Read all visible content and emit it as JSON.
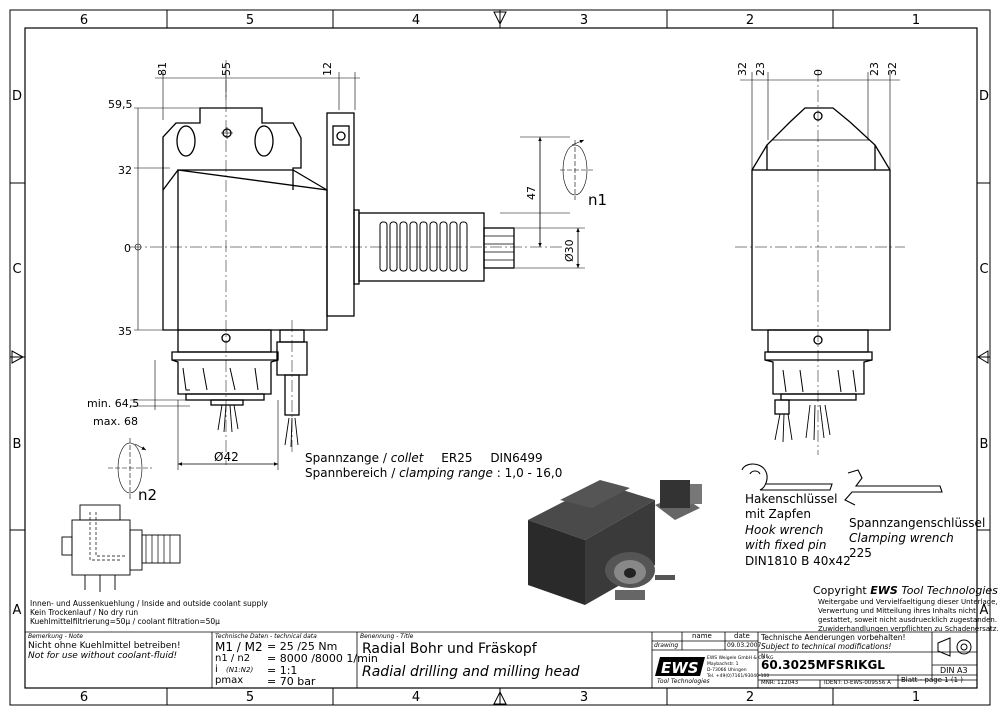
{
  "zones": {
    "top": [
      "6",
      "5",
      "4",
      "3",
      "2",
      "1"
    ],
    "bottom": [
      "6",
      "5",
      "4",
      "3",
      "2",
      "1"
    ],
    "left": [
      "D",
      "C",
      "B",
      "A"
    ],
    "right": [
      "D",
      "C",
      "B",
      "A"
    ]
  },
  "dimensions": {
    "top_left": [
      "81",
      "55",
      "12"
    ],
    "top_right": [
      "32",
      "23",
      "0",
      "23",
      "32"
    ],
    "left_vertical": [
      "59,5",
      "32",
      "0",
      "35"
    ],
    "min_label": "min. 64,5",
    "max_label": "max. 68",
    "dia42": "Ø42",
    "dim47": "47",
    "dia30": "Ø30",
    "n1": "n1",
    "n2": "n2"
  },
  "collet": {
    "line1_de": "Spannzange /",
    "line1_en": "collet",
    "line1_spec": "ER25",
    "line1_norm": "DIN6499",
    "line2_de": "Spannbereich /",
    "line2_en": "clamping range",
    "line2_value": ": 1,0 - 16,0"
  },
  "hook_wrench": {
    "de1": "Hakenschlüssel",
    "de2": "mit Zapfen",
    "en1": "Hook wrench",
    "en2": "with fixed pin",
    "spec": "DIN1810 B 40x42"
  },
  "clamp_wrench": {
    "de": "Spannzangenschlüssel",
    "en": "Clamping wrench",
    "spec": "225"
  },
  "coolant_notes": [
    "Innen- und Aussenkuehlung / Inside and outside coolant supply",
    "Kein Trockenlauf / No dry run",
    "Kuehlmittelfiltrierung=50µ / coolant filtration=50µ"
  ],
  "copyright": {
    "prefix": "Copyright",
    "brand": "EWS",
    "suffix": "Tool Technologies",
    "lines": [
      "Weitergabe und Vervielfaeltigung dieser Unterlage,",
      "Verwertung und Mitteilung ihres Inhalts nicht",
      "gestattet, soweit nicht ausdruecklich zugestanden.",
      "Zuwiderhandlungen verpflichten zu Schadenersatz."
    ]
  },
  "title_block": {
    "note_label": "Bemerkung - Note",
    "note1": "Nicht ohne Kuehlmittel betreiben!",
    "note2": "Not for use without coolant-fluid!",
    "tech_label": "Technische Daten - technical data",
    "m_label": "M1 / M2",
    "m_value": "= 25  /25  Nm",
    "n_label": "n1 / n2",
    "n_value": "= 8000 /8000  1/min",
    "i_label": "i",
    "i_sub": "(N1:N2)",
    "i_value": "= 1:1",
    "p_label": "pmax",
    "p_value": "= 70  bar",
    "title_label": "Benennung - Title",
    "title_de": "Radial Bohr und Fräskopf",
    "title_en": "Radial drilling and milling head",
    "col_name": "name",
    "col_date": "date",
    "row_drawing": "drawing",
    "drawing_date": "09.03.2007",
    "logo": "EWS",
    "logo_sub": "Tool Technologies",
    "company_lines": [
      "EWS Weigele GmbH & Co. KG",
      "Maybachstr. 1",
      "D-73066 Uhingen",
      "Tel. +49(0)7161/93040-100"
    ],
    "changes_de": "Technische Aenderungen vorbehalten!",
    "changes_en": "Subject to technical modifications!",
    "nr_label": "Nr.",
    "part_no": "60.3025MFSRIKGL",
    "mnr": "MNR: 112043",
    "ident": "IDENT: D-EWS-009556 A",
    "sheet": "Blatt - page  1 (1 )",
    "format": "DIN A3"
  }
}
